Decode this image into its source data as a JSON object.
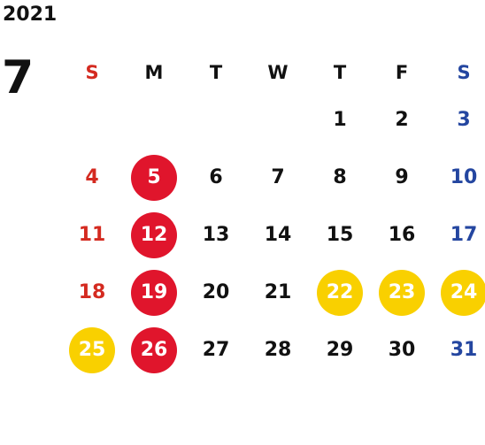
{
  "calendar": {
    "year": "2021",
    "month": "7",
    "weekdays": [
      "S",
      "M",
      "T",
      "W",
      "T",
      "F",
      "S"
    ],
    "weeks": [
      [
        "",
        "",
        "",
        "",
        "1",
        "2",
        "3"
      ],
      [
        "4",
        "5",
        "6",
        "7",
        "8",
        "9",
        "10"
      ],
      [
        "11",
        "12",
        "13",
        "14",
        "15",
        "16",
        "17"
      ],
      [
        "18",
        "19",
        "20",
        "21",
        "22",
        "23",
        "24"
      ],
      [
        "25",
        "26",
        "27",
        "28",
        "29",
        "30",
        "31"
      ]
    ],
    "red_circled_days": [
      "5",
      "12",
      "19",
      "26"
    ],
    "yellow_circled_days": [
      "22",
      "23",
      "24",
      "25"
    ],
    "colors": {
      "sunday": "#d42a20",
      "saturday": "#2446a0",
      "weekday": "#111111",
      "red_circle": "#e0152c",
      "yellow_circle": "#f9d000"
    }
  }
}
